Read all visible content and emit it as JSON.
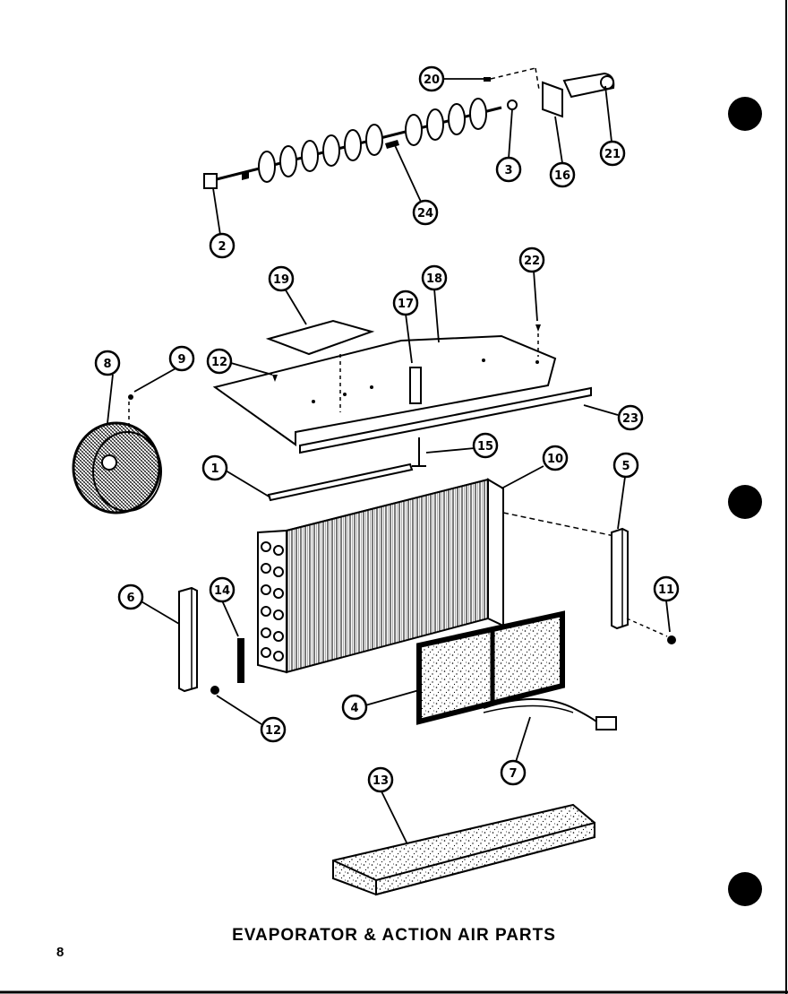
{
  "caption": "EVAPORATOR & ACTION AIR PARTS",
  "page_number": "8",
  "callouts": {
    "c1": "1",
    "c2": "2",
    "c3": "3",
    "c4": "4",
    "c5": "5",
    "c6": "6",
    "c7": "7",
    "c8": "8",
    "c9": "9",
    "c10": "10",
    "c11": "11",
    "c12a": "12",
    "c12b": "12",
    "c13": "13",
    "c14": "14",
    "c15": "15",
    "c16": "16",
    "c17": "17",
    "c18": "18",
    "c19": "19",
    "c20": "20",
    "c21": "21",
    "c22": "22",
    "c23": "23",
    "c24": "24"
  }
}
